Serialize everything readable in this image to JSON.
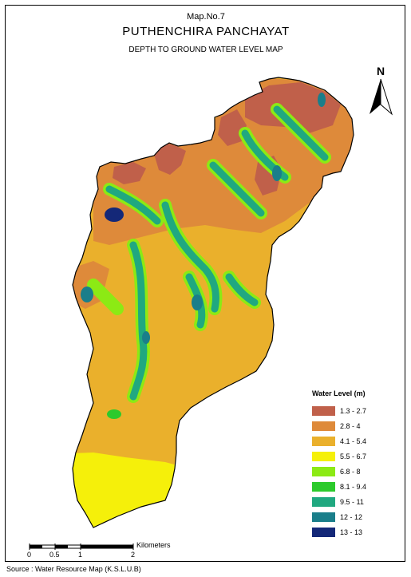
{
  "header": {
    "map_no": "Map.No.7",
    "title": "PUTHENCHIRA  PANCHAYAT",
    "subtitle": "DEPTH TO GROUND WATER LEVEL MAP"
  },
  "north_arrow": {
    "label": "N"
  },
  "legend": {
    "title": "Water Level (m)",
    "items": [
      {
        "label": "1.3 - 2.7",
        "color": "#c0604a"
      },
      {
        "label": "2.8 - 4",
        "color": "#de8a3a"
      },
      {
        "label": "4.1 - 5.4",
        "color": "#eab02c"
      },
      {
        "label": "5.5 - 6.7",
        "color": "#f5f00a"
      },
      {
        "label": "6.8 - 8",
        "color": "#8cea14"
      },
      {
        "label": "8.1 - 9.4",
        "color": "#2cca2c"
      },
      {
        "label": "9.5 - 11",
        "color": "#20a880"
      },
      {
        "label": "12 - 12",
        "color": "#1a7e8a"
      },
      {
        "label": "13 - 13",
        "color": "#142878"
      }
    ]
  },
  "scale_bar": {
    "ticks": [
      "0",
      "0.5",
      "1",
      "2"
    ],
    "unit": "Kilometers"
  },
  "source": "Source : Water Resource Map (K.S.L.U.B)"
}
